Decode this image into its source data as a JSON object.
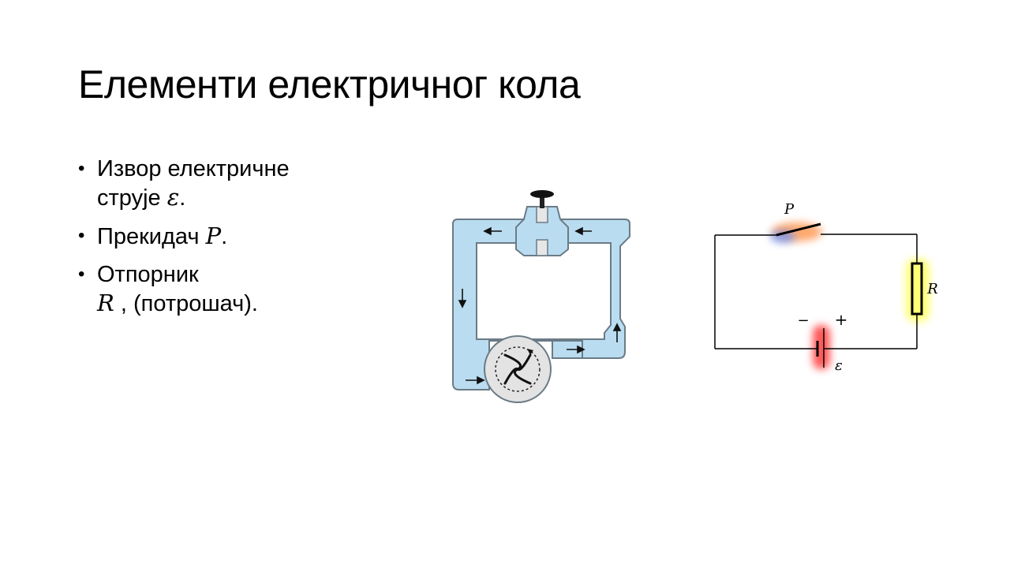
{
  "slide": {
    "title": "Елементи електричног кола",
    "bullets": [
      {
        "text_before": "Извор електричне струје ",
        "symbol": "ε",
        "text_after": "."
      },
      {
        "text_before": "Прекидач ",
        "symbol": "P",
        "text_after": "."
      },
      {
        "text_before": "Отпорник ",
        "symbol": "R",
        "text_after": " , (потрошач)."
      }
    ]
  },
  "circuit": {
    "switch_label": "P",
    "resistor_label": "R",
    "minus_label": "−",
    "plus_label": "+",
    "emf_label": "ε"
  },
  "colors": {
    "water": "#b9dcf0",
    "pipe_outline": "#6b7b86",
    "switch_glow": "#ff8a3c",
    "switch_glow_2": "#5a8cff",
    "resistor_glow": "#ffff66",
    "battery_glow": "#ff3b3b"
  }
}
